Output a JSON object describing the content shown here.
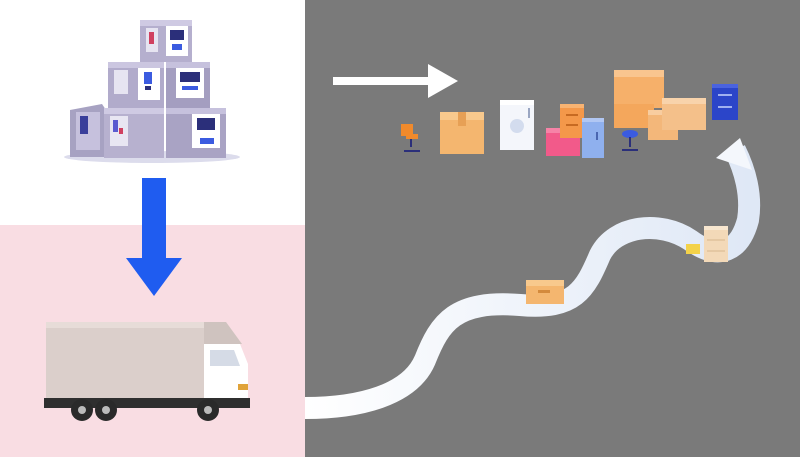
{
  "colors": {
    "top_left_bg": "#ffffff",
    "bottom_left_bg": "#f9dde3",
    "right_bg": "#7a7a7a",
    "arrow_blue": "#1f5cf0",
    "arrow_white": "#ffffff",
    "road": "#eef3fb",
    "box_orange": "#f4b66f",
    "truck_body": "#d9cdc9",
    "crate": "#b6afc9"
  },
  "scene": {
    "top_left": "stack-of-boxed-electronics",
    "bottom_left": "delivery-truck",
    "right": "winding-road-to-office-furniture"
  }
}
